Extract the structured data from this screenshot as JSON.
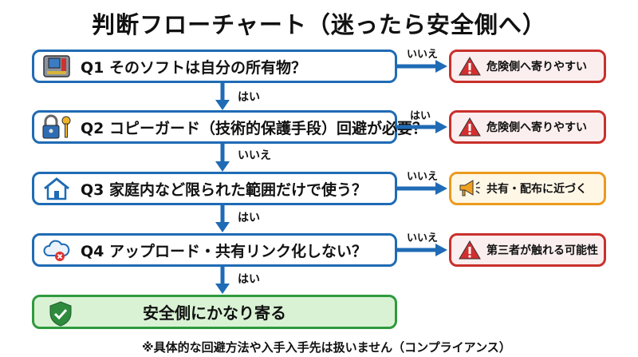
{
  "title": "判断フローチャート（迷ったら安全側へ）",
  "questions": [
    {
      "label": "Q1 そのソフトは自分の所有物？",
      "icon": "game-cartridge-icon",
      "branch_label": "いいえ",
      "result": "危険側へ寄りやすい",
      "result_icon": "warning-icon",
      "next_label": "はい"
    },
    {
      "label": "Q2 コピーガード（技術的保護手段）回避が必要？",
      "icon": "lock-key-icon",
      "branch_label": "はい",
      "result": "危険側へ寄りやすい",
      "result_icon": "warning-icon",
      "next_label": "いいえ"
    },
    {
      "label": "Q3 家庭内など限られた範囲だけで使う？",
      "icon": "house-icon",
      "branch_label": "いいえ",
      "result": "共有・配布に近づく",
      "result_icon": "megaphone-icon",
      "next_label": "はい"
    },
    {
      "label": "Q4 アップロード・共有リンク化しない？",
      "icon": "cloud-blocked-icon",
      "branch_label": "いいえ",
      "result": "第三者が触れる可能性",
      "result_icon": "warning-icon",
      "next_label": "はい"
    }
  ],
  "final": {
    "label": "安全側にかなり寄る",
    "icon": "shield-check-icon"
  },
  "note": "※具体的な回避方法や入手入手先は扱いません（コンプライアンス）",
  "colors": {
    "question": "#1f6bb5",
    "danger": "#c9302c",
    "caution": "#ec9a1e",
    "safe": "#2e9a3e"
  }
}
